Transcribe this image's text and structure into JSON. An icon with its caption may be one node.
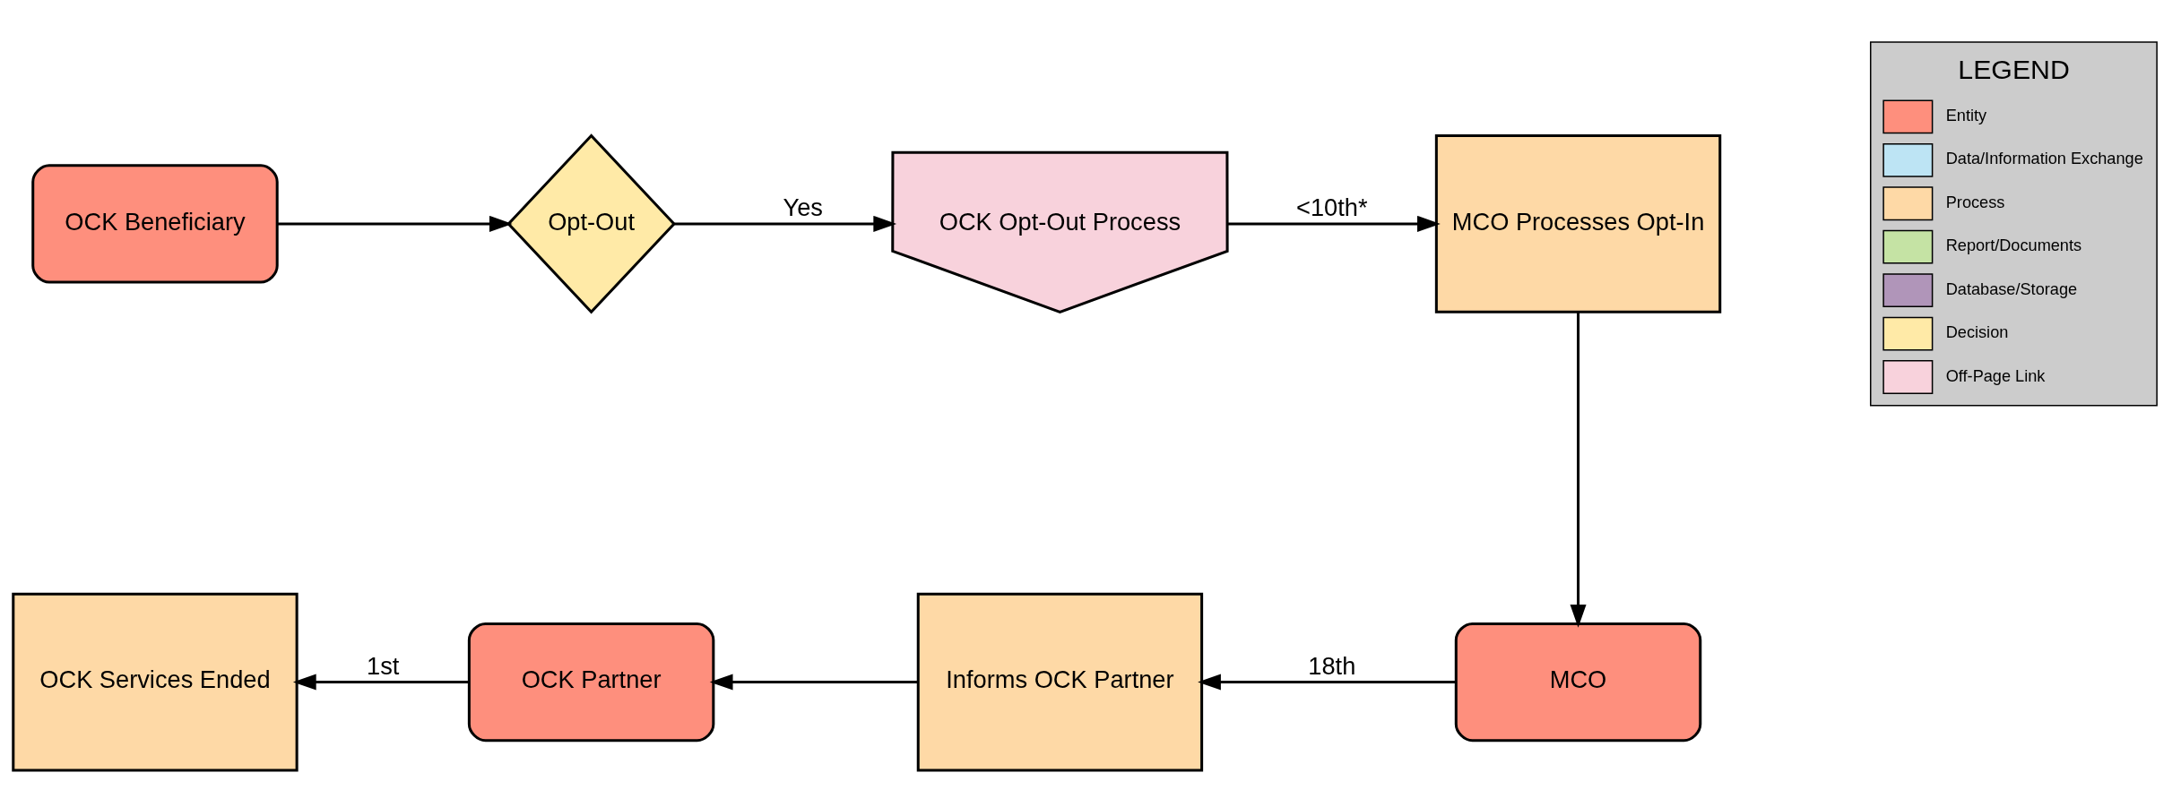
{
  "diagram": {
    "nodes": [
      {
        "text": [
          "OCK Beneficiary"
        ]
      },
      {
        "text": [
          "Opt-Out"
        ]
      },
      {
        "text": [
          "OCK Opt-Out Process"
        ]
      },
      {
        "text": [
          "MCO Processes Opt-In"
        ]
      },
      {
        "text": [
          "MCO"
        ]
      },
      {
        "text": [
          "Informs OCK Partner"
        ]
      },
      {
        "text": [
          "OCK Partner"
        ]
      },
      {
        "text": [
          "OCK Services Ended"
        ]
      }
    ],
    "edges": [
      {
        "from": 0,
        "to": 1,
        "arrow": "to"
      },
      {
        "from": 1,
        "to": 2,
        "arrow": "to",
        "label": "Yes"
      },
      {
        "from": 2,
        "to": 3,
        "arrow": "to",
        "label": "<10th*"
      },
      {
        "from": 3,
        "to": 4,
        "arrow": "to"
      },
      {
        "from": 4,
        "to": 5,
        "arrow": "to",
        "label": "18th"
      },
      {
        "from": 5,
        "to": 6,
        "arrow": "to"
      },
      {
        "from": 6,
        "to": 7,
        "arrow": "to",
        "label": "1st"
      }
    ],
    "labels": [
      "LEGEND"
    ],
    "legend": [
      {
        "text": "Entity"
      },
      {
        "text": "Data/Information Exchange"
      },
      {
        "text": "Process"
      },
      {
        "text": "Report/Documents"
      },
      {
        "text": "Database/Storage"
      },
      {
        "text": "Decision"
      },
      {
        "text": "Off-Page Link"
      }
    ]
  }
}
